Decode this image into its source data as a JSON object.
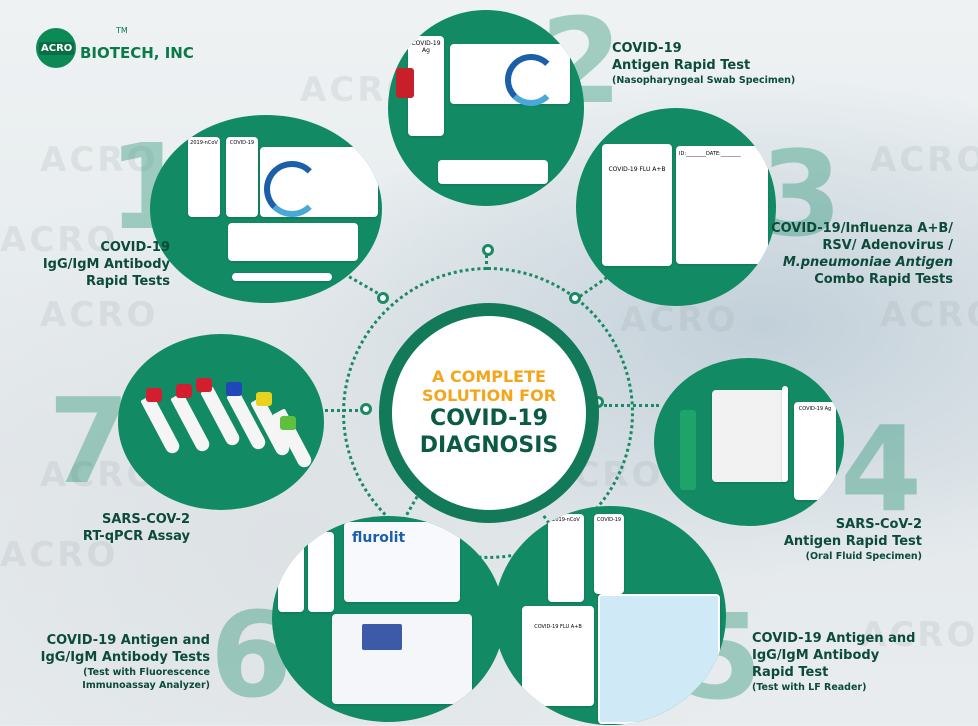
{
  "brand": {
    "logo_badge": "ACRO",
    "name": "BIOTECH, INC",
    "tm": "TM"
  },
  "watermark": "ACRO",
  "center": {
    "line1": "A COMPLETE",
    "line2": "SOLUTION FOR",
    "line3": "COVID-19",
    "line4": "DIAGNOSIS"
  },
  "items": [
    {
      "number": "1",
      "title_lines": [
        "COVID-19",
        "IgG/IgM Antibody",
        "Rapid Tests"
      ],
      "sub": ""
    },
    {
      "number": "2",
      "title_lines": [
        "COVID-19",
        "Antigen Rapid Test"
      ],
      "sub": "(Nasopharyngeal Swab Specimen)"
    },
    {
      "number": "3",
      "title_lines": [
        "COVID-19/Influenza A+B/",
        "RSV/ Adenovirus /",
        "M.pneumoniae Antigen",
        "Combo Rapid Tests"
      ],
      "sub": ""
    },
    {
      "number": "4",
      "title_lines": [
        "SARS-CoV-2",
        "Antigen Rapid Test"
      ],
      "sub": "(Oral Fluid Specimen)"
    },
    {
      "number": "5",
      "title_lines": [
        "COVID-19 Antigen and",
        "IgG/IgM Antibody",
        "Rapid Test"
      ],
      "sub": "(Test with LF Reader)"
    },
    {
      "number": "6",
      "title_lines": [
        "COVID-19 Antigen and",
        "IgG/IgM Antibody Tests"
      ],
      "sub": "(Test with Fluorescence Immunoassay Analyzer)"
    },
    {
      "number": "7",
      "title_lines": [
        "SARS-COV-2",
        "RT-qPCR Assay"
      ],
      "sub": ""
    }
  ],
  "product_labels": {
    "kit_2": "COVID-19 Ag",
    "kit_1a": "2019-nCoV",
    "kit_1b": "COVID-19",
    "kit_3a": "COVID-19  FLU A+B",
    "kit_3b": "ID:________DATE:________",
    "kit_4": "COVID-19 Ag",
    "kit_5a": "2019-nCoV",
    "kit_5b": "COVID-19",
    "kit_5c": "COVID-19  FLU A+B",
    "kit_6": "flurolit"
  },
  "colors": {
    "green": "#128a63",
    "dark_green": "#0b5a43",
    "orange": "#f4a51b",
    "text": "#0c4a3a"
  }
}
